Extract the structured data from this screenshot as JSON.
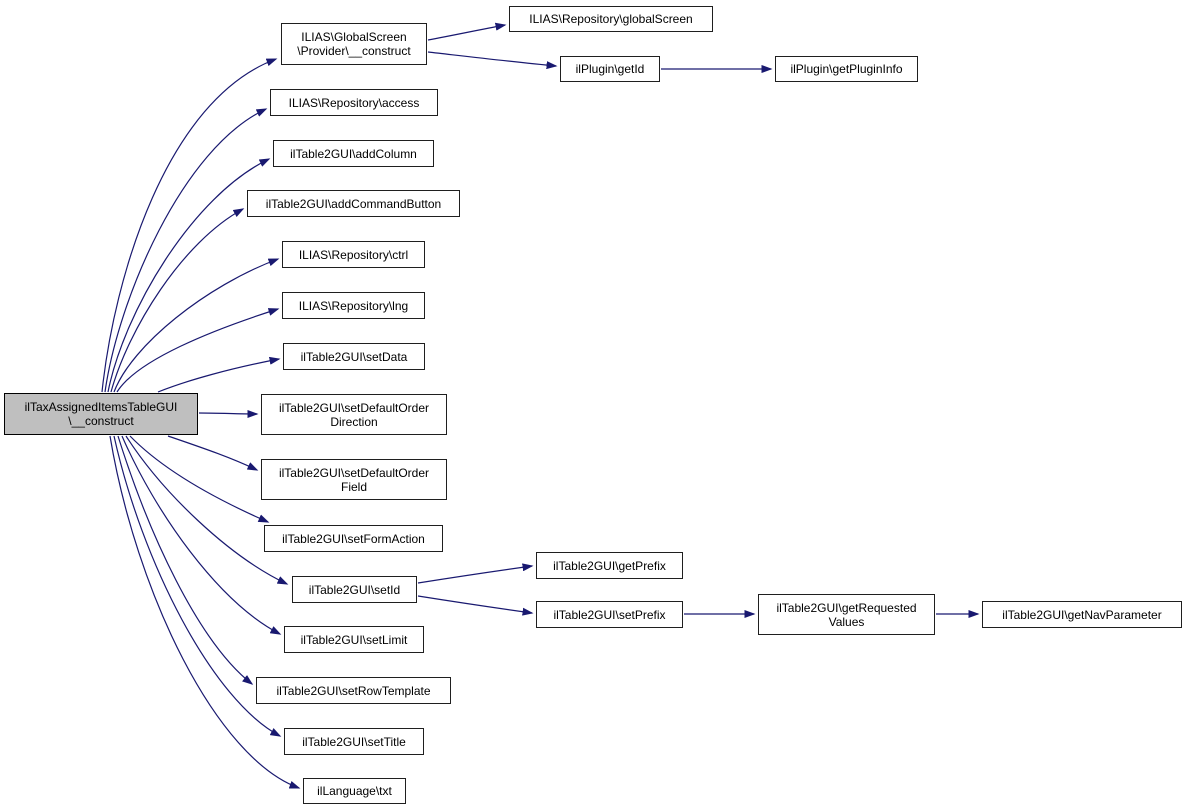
{
  "diagram": {
    "type": "call-graph",
    "colors": {
      "edge": "#191970",
      "node_border": "#1f1f1f",
      "node_fill": "#ffffff",
      "root_fill": "#bfbfbf",
      "text": "#000000"
    },
    "nodes": [
      {
        "id": "root",
        "label": "ilTaxAssignedItemsTableGUI\n\\__construct"
      },
      {
        "id": "globalscreen-provider-construct",
        "label": "ILIAS\\GlobalScreen\n\\Provider\\__construct"
      },
      {
        "id": "repository-access",
        "label": "ILIAS\\Repository\\access"
      },
      {
        "id": "table2gui-addcolumn",
        "label": "ilTable2GUI\\addColumn"
      },
      {
        "id": "table2gui-addcommandbutton",
        "label": "ilTable2GUI\\addCommandButton"
      },
      {
        "id": "repository-ctrl",
        "label": "ILIAS\\Repository\\ctrl"
      },
      {
        "id": "repository-lng",
        "label": "ILIAS\\Repository\\lng"
      },
      {
        "id": "table2gui-setdata",
        "label": "ilTable2GUI\\setData"
      },
      {
        "id": "table2gui-setdefaultorderdirection",
        "label": "ilTable2GUI\\setDefaultOrder\nDirection"
      },
      {
        "id": "table2gui-setdefaultorderfield",
        "label": "ilTable2GUI\\setDefaultOrder\nField"
      },
      {
        "id": "table2gui-setformaction",
        "label": "ilTable2GUI\\setFormAction"
      },
      {
        "id": "table2gui-setid",
        "label": "ilTable2GUI\\setId"
      },
      {
        "id": "table2gui-setlimit",
        "label": "ilTable2GUI\\setLimit"
      },
      {
        "id": "table2gui-setrowtemplate",
        "label": "ilTable2GUI\\setRowTemplate"
      },
      {
        "id": "table2gui-settitle",
        "label": "ilTable2GUI\\setTitle"
      },
      {
        "id": "illanguage-txt",
        "label": "ilLanguage\\txt"
      },
      {
        "id": "repository-globalscreen",
        "label": "ILIAS\\Repository\\globalScreen"
      },
      {
        "id": "ilplugin-getid",
        "label": "ilPlugin\\getId"
      },
      {
        "id": "ilplugin-getplugininfo",
        "label": "ilPlugin\\getPluginInfo"
      },
      {
        "id": "table2gui-getprefix",
        "label": "ilTable2GUI\\getPrefix"
      },
      {
        "id": "table2gui-setprefix",
        "label": "ilTable2GUI\\setPrefix"
      },
      {
        "id": "table2gui-getrequestedvalues",
        "label": "ilTable2GUI\\getRequested\nValues"
      },
      {
        "id": "table2gui-getnavparameter",
        "label": "ilTable2GUI\\getNavParameter"
      }
    ],
    "edges": [
      {
        "from": "root",
        "to": "globalscreen-provider-construct"
      },
      {
        "from": "root",
        "to": "repository-access"
      },
      {
        "from": "root",
        "to": "table2gui-addcolumn"
      },
      {
        "from": "root",
        "to": "table2gui-addcommandbutton"
      },
      {
        "from": "root",
        "to": "repository-ctrl"
      },
      {
        "from": "root",
        "to": "repository-lng"
      },
      {
        "from": "root",
        "to": "table2gui-setdata"
      },
      {
        "from": "root",
        "to": "table2gui-setdefaultorderdirection"
      },
      {
        "from": "root",
        "to": "table2gui-setdefaultorderfield"
      },
      {
        "from": "root",
        "to": "table2gui-setformaction"
      },
      {
        "from": "root",
        "to": "table2gui-setid"
      },
      {
        "from": "root",
        "to": "table2gui-setlimit"
      },
      {
        "from": "root",
        "to": "table2gui-setrowtemplate"
      },
      {
        "from": "root",
        "to": "table2gui-settitle"
      },
      {
        "from": "root",
        "to": "illanguage-txt"
      },
      {
        "from": "globalscreen-provider-construct",
        "to": "repository-globalscreen"
      },
      {
        "from": "globalscreen-provider-construct",
        "to": "ilplugin-getid"
      },
      {
        "from": "ilplugin-getid",
        "to": "ilplugin-getplugininfo"
      },
      {
        "from": "table2gui-setid",
        "to": "table2gui-getprefix"
      },
      {
        "from": "table2gui-setid",
        "to": "table2gui-setprefix"
      },
      {
        "from": "table2gui-setprefix",
        "to": "table2gui-getrequestedvalues"
      },
      {
        "from": "table2gui-getrequestedvalues",
        "to": "table2gui-getnavparameter"
      }
    ]
  }
}
